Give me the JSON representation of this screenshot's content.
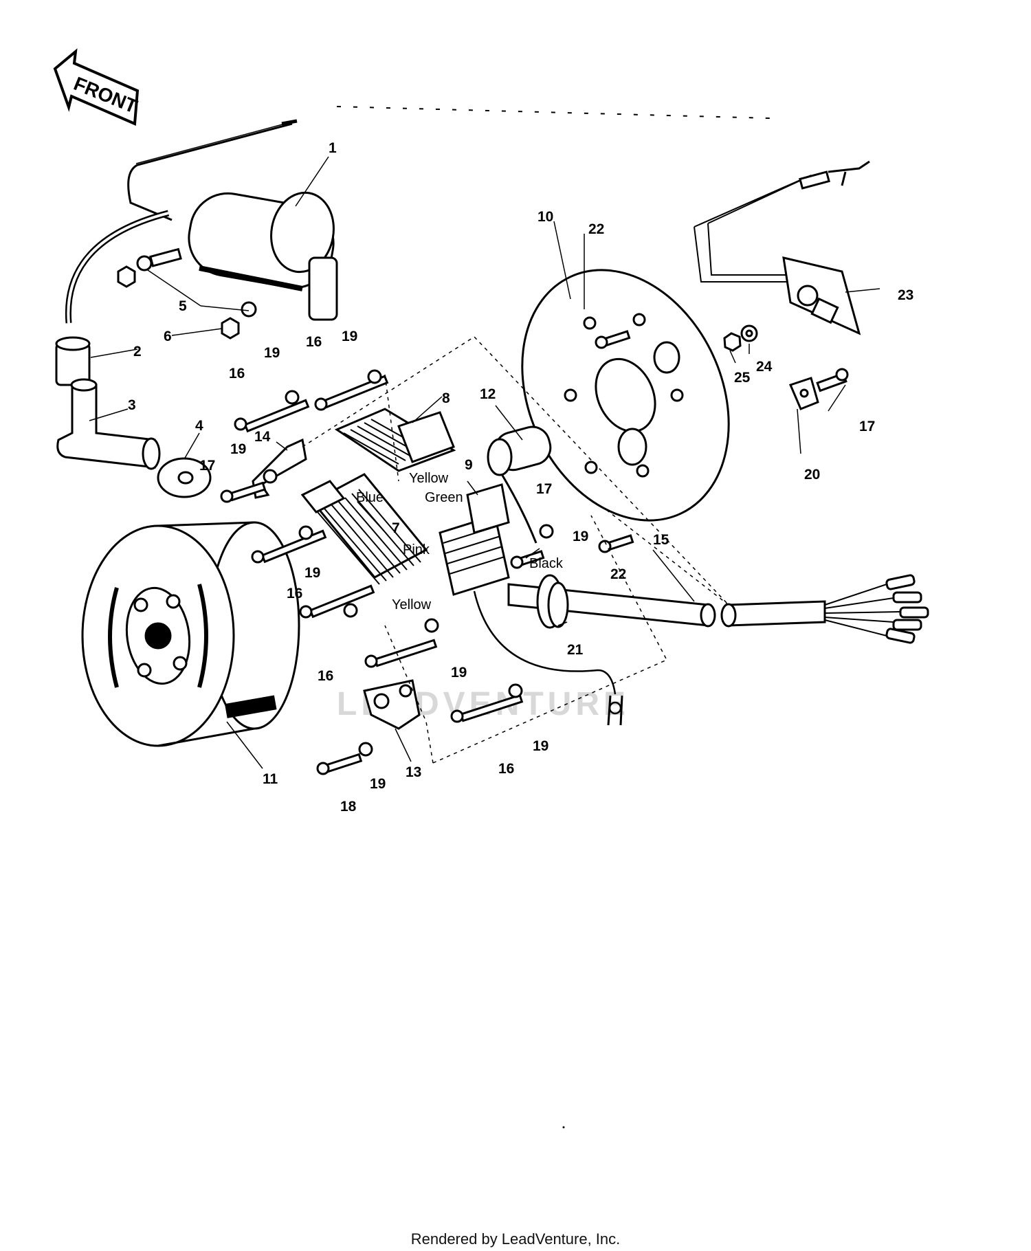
{
  "direction_arrow": {
    "label": "FRONT"
  },
  "part_numbers": {
    "p1": "1",
    "p2": "2",
    "p3": "3",
    "p4": "4",
    "p5": "5",
    "p6": "6",
    "p7": "7",
    "p8": "8",
    "p9": "9",
    "p10": "10",
    "p11": "11",
    "p12": "12",
    "p13": "13",
    "p14": "14",
    "p15": "15",
    "p16": "16",
    "p17": "17",
    "p18": "18",
    "p19": "19",
    "p20": "20",
    "p21": "21",
    "p22": "22",
    "p23": "23",
    "p24": "24",
    "p25": "25"
  },
  "wire_labels": {
    "yellow": "Yellow",
    "blue": "Blue",
    "green": "Green",
    "pink": "Pink",
    "black": "Black"
  },
  "watermark": "LEADVENTURE",
  "footer": "Rendered by LeadVenture, Inc."
}
